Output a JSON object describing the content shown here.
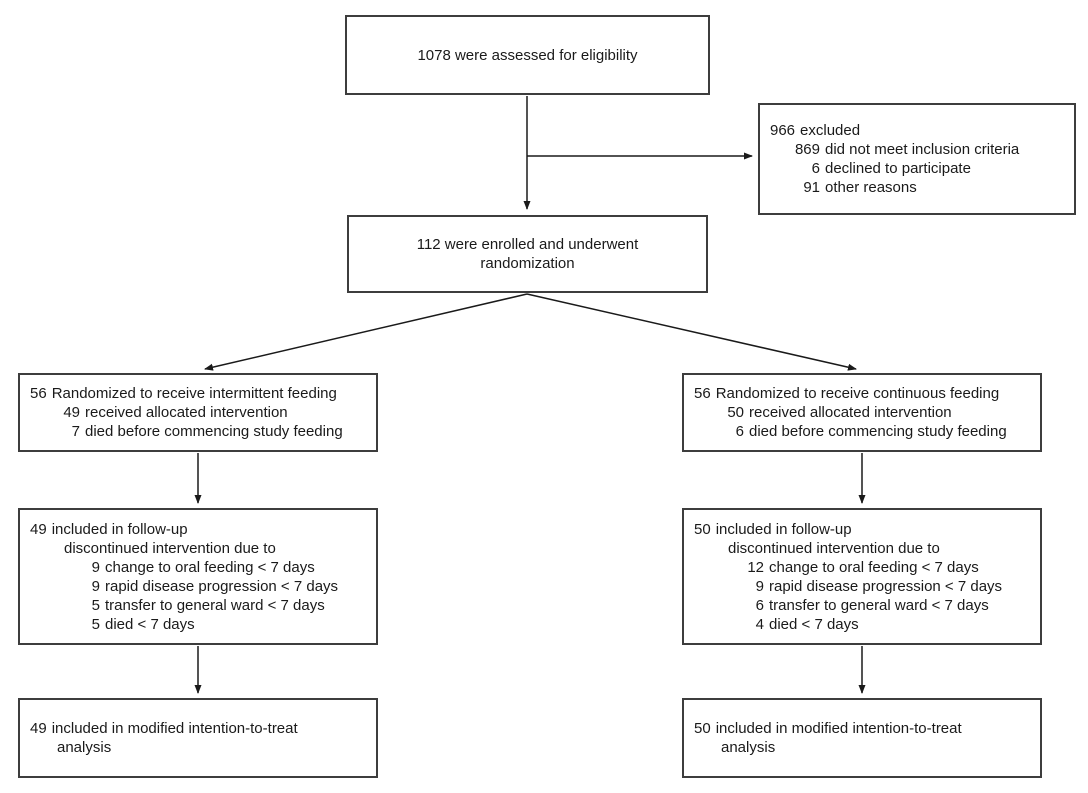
{
  "figure": {
    "kind": "consort-flow-diagram",
    "colors": {
      "background": "#ffffff",
      "box_border": "#3d3d3d",
      "text": "#1a1a1a",
      "connector": "#1a1a1a"
    },
    "boxes": {
      "eligibility": {
        "lines": [
          "1078 were assessed for eligibility"
        ]
      },
      "excluded": {
        "lines": [
          {
            "num": "966",
            "text": "excluded",
            "level": 0
          },
          {
            "num": "869",
            "text": "did not meet inclusion criteria",
            "level": 1
          },
          {
            "num": "6",
            "text": "declined to participate",
            "level": 1
          },
          {
            "num": "91",
            "text": "other reasons",
            "level": 1
          }
        ]
      },
      "enrollment": {
        "lines": [
          "112 were enrolled and underwent",
          "randomization"
        ]
      },
      "randomized_intermittent": {
        "lines": [
          {
            "num": "56",
            "text": "Randomized to receive intermittent feeding",
            "level": 0
          },
          {
            "num": "49",
            "text": "received allocated intervention",
            "level": 1
          },
          {
            "num": "7",
            "text": "died before commencing study feeding",
            "level": 1
          }
        ]
      },
      "randomized_continuous": {
        "lines": [
          {
            "num": "56",
            "text": "Randomized to receive continuous feeding",
            "level": 0
          },
          {
            "num": "50",
            "text": "received allocated intervention",
            "level": 1
          },
          {
            "num": "6",
            "text": "died before commencing study feeding",
            "level": 1
          }
        ]
      },
      "followup_intermittent": {
        "lines": [
          {
            "num": "49",
            "text": "included in follow-up",
            "level": 0
          },
          {
            "text": "discontinued intervention due to",
            "level": 1
          },
          {
            "num": "9",
            "text": "change to oral feeding < 7 days",
            "level": 2
          },
          {
            "num": "9",
            "text": "rapid disease progression < 7 days",
            "level": 2
          },
          {
            "num": "5",
            "text": "transfer to general ward < 7 days",
            "level": 2
          },
          {
            "num": "5",
            "text": "died < 7 days",
            "level": 2
          }
        ]
      },
      "followup_continuous": {
        "lines": [
          {
            "num": "50",
            "text": "included in follow-up",
            "level": 0
          },
          {
            "text": "discontinued intervention due to",
            "level": 1
          },
          {
            "num": "12",
            "text": "change to oral feeding < 7 days",
            "level": 2
          },
          {
            "num": "9",
            "text": "rapid disease progression < 7 days",
            "level": 2
          },
          {
            "num": "6",
            "text": "transfer to general ward < 7 days",
            "level": 2
          },
          {
            "num": "4",
            "text": "died < 7 days",
            "level": 2
          }
        ]
      },
      "mitt_intermittent": {
        "lines": [
          {
            "num": "49",
            "text": "included in modified intention-to-treat",
            "level": 0
          },
          {
            "text": "analysis",
            "level": 0
          }
        ]
      },
      "mitt_continuous": {
        "lines": [
          {
            "num": "50",
            "text": "included in modified intention-to-treat",
            "level": 0
          },
          {
            "text": "analysis",
            "level": 0
          }
        ]
      }
    }
  }
}
